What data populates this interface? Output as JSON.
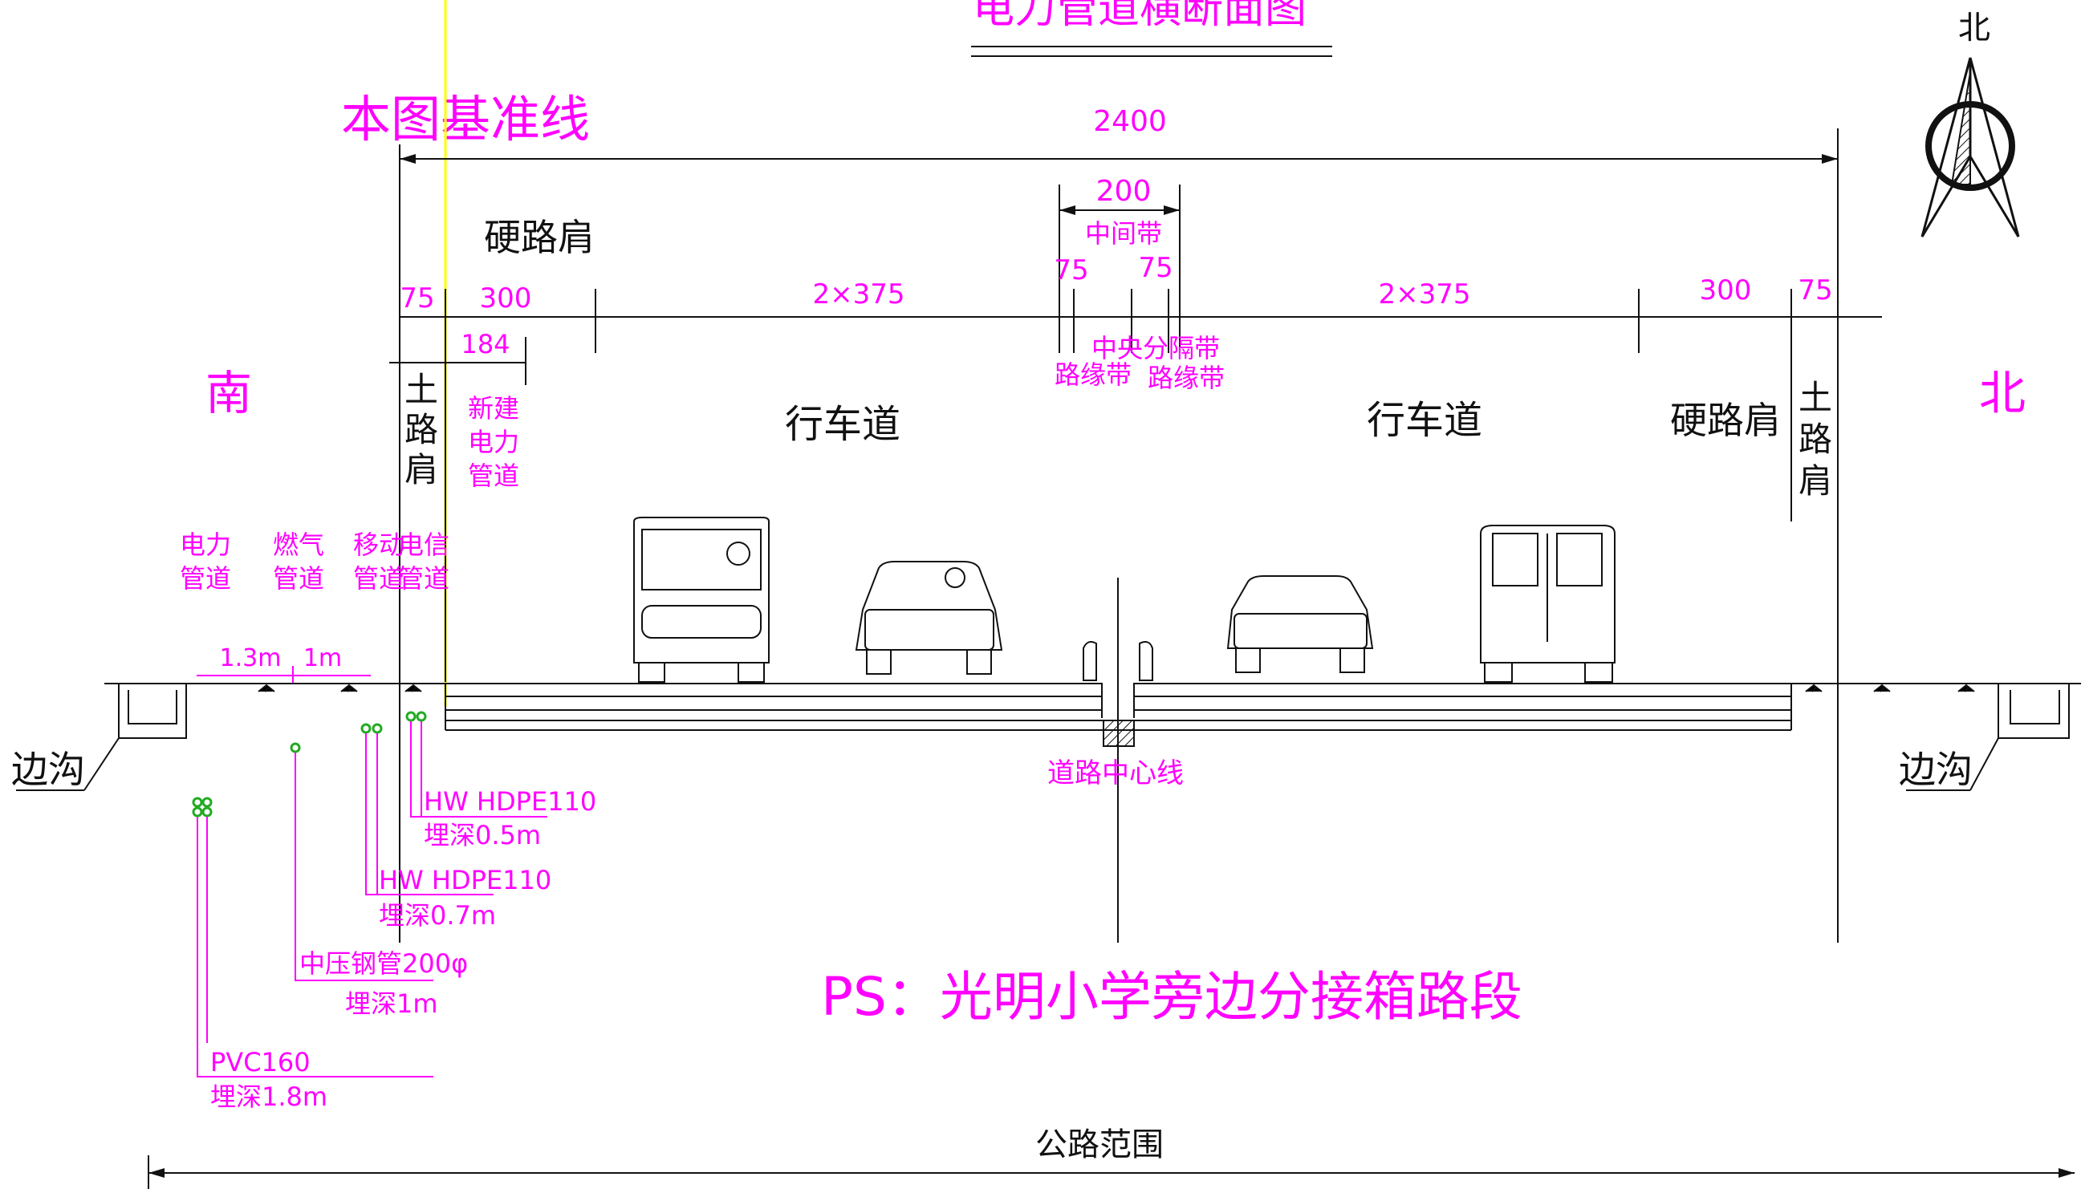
{
  "title": "电力管道横断面图",
  "baseline_label": "本图基准线",
  "north_label": "北",
  "south_side": "南",
  "north_side": "北",
  "dims": {
    "total": "2400",
    "median_total": "200",
    "median_label": "中间带",
    "left_soil": "75",
    "left_hard": "300",
    "left_lanes": "2×375",
    "median_edge_left": "75",
    "median_edge_right": "75",
    "right_lanes": "2×375",
    "right_hard": "300",
    "right_soil": "75",
    "pipe_offset": "184"
  },
  "labels": {
    "hard_shoulder_left": "硬路肩",
    "hard_shoulder_right": "硬路肩",
    "lane_left": "行车道",
    "lane_right": "行车道",
    "soil_left": [
      "土",
      "路",
      "肩"
    ],
    "soil_right": [
      "土",
      "路",
      "肩"
    ],
    "new_power": [
      "新建",
      "电力",
      "管道"
    ],
    "curb_left": "路缘带",
    "median_strip": "中央分隔带",
    "curb_right": "路缘带",
    "road_center": "道路中心线",
    "ditch_left": "边沟",
    "ditch_right": "边沟",
    "road_range": "公路范围",
    "note": "PS：光明小学旁边分接箱路段"
  },
  "pipes": [
    {
      "name": "电力\n管道",
      "line1": "电力",
      "line2": "管道",
      "spec": "PVC160",
      "depth": "埋深1.8m"
    },
    {
      "line1": "燃气",
      "line2": "管道",
      "spec": "中压钢管200φ",
      "depth": "埋深1m"
    },
    {
      "line1": "移动",
      "line2": "管道",
      "spec": "HW HDPE110",
      "depth": "埋深0.7m"
    },
    {
      "line1": "电信",
      "line2": "管道",
      "spec": "HW HDPE110",
      "depth": "埋深0.5m"
    }
  ],
  "spacing": {
    "a": "1.3m",
    "b": "1m"
  },
  "colors": {
    "annotation": "#ff00ff",
    "linework": "#111111",
    "pipe": "#22aa22",
    "baseline": "#ffff00"
  }
}
